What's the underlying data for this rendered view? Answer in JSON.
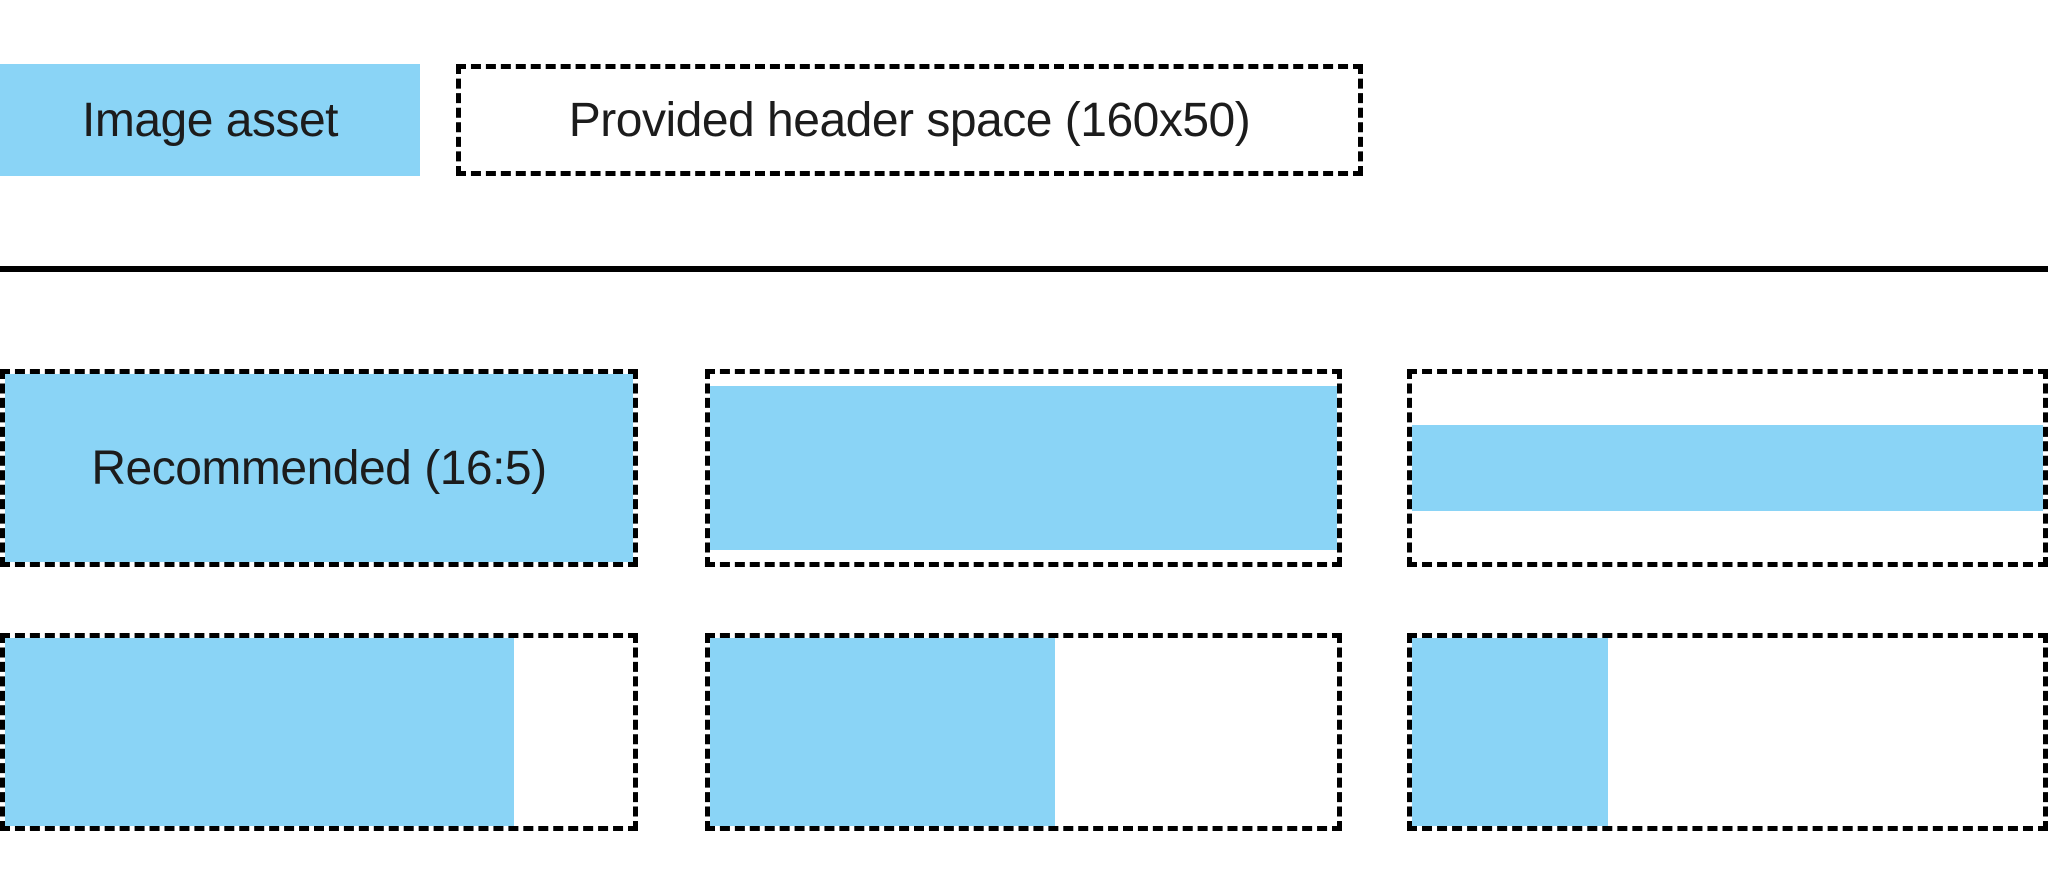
{
  "palette": {
    "asset_blue": "#8AD4F6",
    "divider_black": "#000000",
    "text_black": "#1C1C1C",
    "background_white": "#FFFFFF"
  },
  "legend": {
    "image_asset_label": "Image asset",
    "header_space_label": "Provided header space (160x50)"
  },
  "examples": {
    "recommended_label": "Recommended (16:5)",
    "boxes": [
      {
        "name": "recommended-16-5",
        "label": "Recommended (16:5)",
        "fill": {
          "width_pct": 100,
          "height_pct": 100,
          "h_align": "left",
          "v_align": "center"
        }
      },
      {
        "name": "full-width-tall-band",
        "label": "",
        "fill": {
          "width_pct": 100,
          "height_pct": 87,
          "h_align": "left",
          "v_align": "center"
        }
      },
      {
        "name": "full-width-thin-band",
        "label": "",
        "fill": {
          "width_pct": 100,
          "height_pct": 46,
          "h_align": "left",
          "v_align": "center"
        }
      },
      {
        "name": "partial-width-81",
        "label": "",
        "fill": {
          "width_pct": 81,
          "height_pct": 100,
          "h_align": "left",
          "v_align": "center"
        }
      },
      {
        "name": "partial-width-55",
        "label": "",
        "fill": {
          "width_pct": 55,
          "height_pct": 100,
          "h_align": "left",
          "v_align": "center"
        }
      },
      {
        "name": "partial-width-31",
        "label": "",
        "fill": {
          "width_pct": 31,
          "height_pct": 100,
          "h_align": "left",
          "v_align": "center"
        }
      }
    ]
  }
}
